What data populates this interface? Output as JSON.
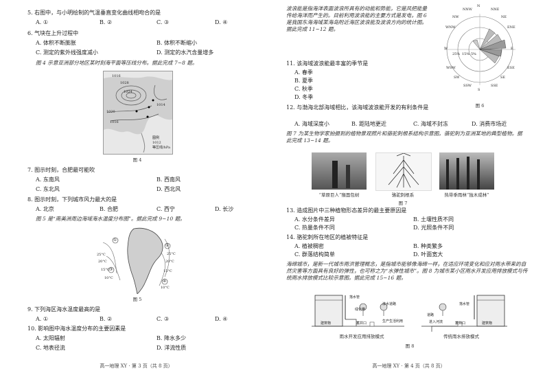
{
  "left": {
    "q5": {
      "stem": "5. 右图中，与小明绘制的气温垂直变化曲线相吻合的是",
      "opts": [
        "A. ①",
        "B. ②",
        "C. ③",
        "D. ④"
      ]
    },
    "q6": {
      "stem": "6. 气块在上升过程中",
      "opts": [
        "A. 体积不断膨胀",
        "B. 体积不断缩小",
        "C. 测定的紫外线强度减小",
        "D. 测定的水汽含量增多"
      ]
    },
    "intro4": "图 4 示意亚洲部分地区某时刻海平面等压线分布。据此完成 7~8 题。",
    "fig4_caption": "图 4",
    "fig4_labels": {
      "p1": "1016",
      "p2": "1028",
      "p3": "1024",
      "p4": "1020",
      "p5": "1016",
      "p6": "1014",
      "legend1": "图例",
      "legend2": "1012",
      "legend3": "等压线/hPa"
    },
    "q7": {
      "stem": "7. 图示时刻，合肥最可能吹",
      "opts": [
        "A. 东南风",
        "B. 西南风",
        "C. 东北风",
        "D. 西北风"
      ]
    },
    "q8": {
      "stem": "8. 图示时刻，下列城市风力最大的是",
      "opts": [
        "A. 北京",
        "B. 合肥",
        "C. 西宁",
        "D. 长沙"
      ]
    },
    "intro5": "图 5 是“南美洲周边海域海水温度分布图”。据此完成 9~10 题。",
    "fig5_caption": "图 5",
    "fig5_labels": {
      "a": "①",
      "b": "②",
      "c": "③",
      "d": "④",
      "t1": "25°C",
      "t2": "20°C",
      "t3": "15°C",
      "t4": "10°C",
      "t5": "25°C",
      "t6": "20°C",
      "t7": "15°C",
      "t8": "10°C"
    },
    "q9": {
      "stem": "9. 下列海区海水温度最高的是",
      "opts": [
        "A. ①",
        "B. ②",
        "C. ③",
        "D. ④"
      ]
    },
    "q10": {
      "stem": "10. 影响图中海水温度分布的主要因素是",
      "opts": [
        "A. 太阳辐射",
        "B. 降水多少",
        "C. 地表径流",
        "D. 洋流性质"
      ]
    },
    "footer": "高一地理 XY · 第 3 页（共 8 页）"
  },
  "right": {
    "intro6": "波浪能是指海洋表面波浪所具有的动能和势能，它是风把能量传给海洋而产生的。目前利用波浪能的主要方式是发电，图 6 是我国东海海域某海岛附近海区波浪能及波浪方向的统计图。据此完成 11~12 题。",
    "fig6_caption": "图 6",
    "fig6_dirs": [
      "N",
      "NNE",
      "NE",
      "ENE",
      "E",
      "ESE",
      "SE",
      "SSE",
      "S",
      "SSW",
      "SW",
      "WSW",
      "W",
      "WNW",
      "NW",
      "NNW"
    ],
    "fig6_pcts": [
      "25%",
      "15%",
      "5%"
    ],
    "q11": {
      "stem": "11. 该海域波浪能最丰富的季节是",
      "opts": [
        "A. 春季",
        "B. 夏季",
        "C. 秋季",
        "D. 冬季"
      ]
    },
    "q12": {
      "stem": "12. 与渤海北部海域相比，该海域波浪能开发的有利条件是",
      "opts": [
        "A. 海域深度小",
        "B. 距陆地更近",
        "C. 海域不封冻",
        "D. 消费市场近"
      ]
    },
    "intro7": "图 7 为某生物学家拍摄到的植物景观照片和骆驼刺根系结构示意图。骆驼刺为亚洲某地的典型植物。据此完成 13~14 题。",
    "fig7_labels": [
      "“草原巨人”猴面包树",
      "骆驼刺根系",
      "热带季雨林“独木成林”"
    ],
    "fig7_caption": "图 7",
    "q13": {
      "stem": "13. 造成图片中三种植物形态差异的最主要原因是",
      "opts": [
        "A. 水分条件差异",
        "B. 土壤性质不同",
        "C. 热量条件不同",
        "D. 光照条件不同"
      ]
    },
    "q14": {
      "stem": "14. 骆驼刺所在地区的植被特征是",
      "opts": [
        "A. 植被稠密",
        "B. 种类繁多",
        "C. 群落结构简单",
        "D. 叶面宽大"
      ]
    },
    "intro8": "海绵城市，是新一代城市雨洪管理概念，是指城市能够像海绵一样，在适应环境变化和应对雨水带来的自然灾害等方面具有良好的弹性，也可称之为“水弹性城市”。图 8 为城市某小区雨水开发应用排放模式与传统雨水排放模式比较示意图。据此完成 15~16 题。",
    "fig8_labels": {
      "l1": "落水管",
      "l2": "绿化带",
      "l3": "渗水道路",
      "l4": "蓄井口",
      "l5": "生产生活利用",
      "l6": "建筑物",
      "l7": "落水管",
      "l8": "道路",
      "l9": "蓄井口",
      "l10": "进入河流",
      "l11": "建筑物",
      "cap1": "雨水开发应用排放模式",
      "cap2": "传统雨水排放模式"
    },
    "fig8_caption": "图 8",
    "footer": "高一地理 XY · 第 4 页（共 8 页）"
  }
}
